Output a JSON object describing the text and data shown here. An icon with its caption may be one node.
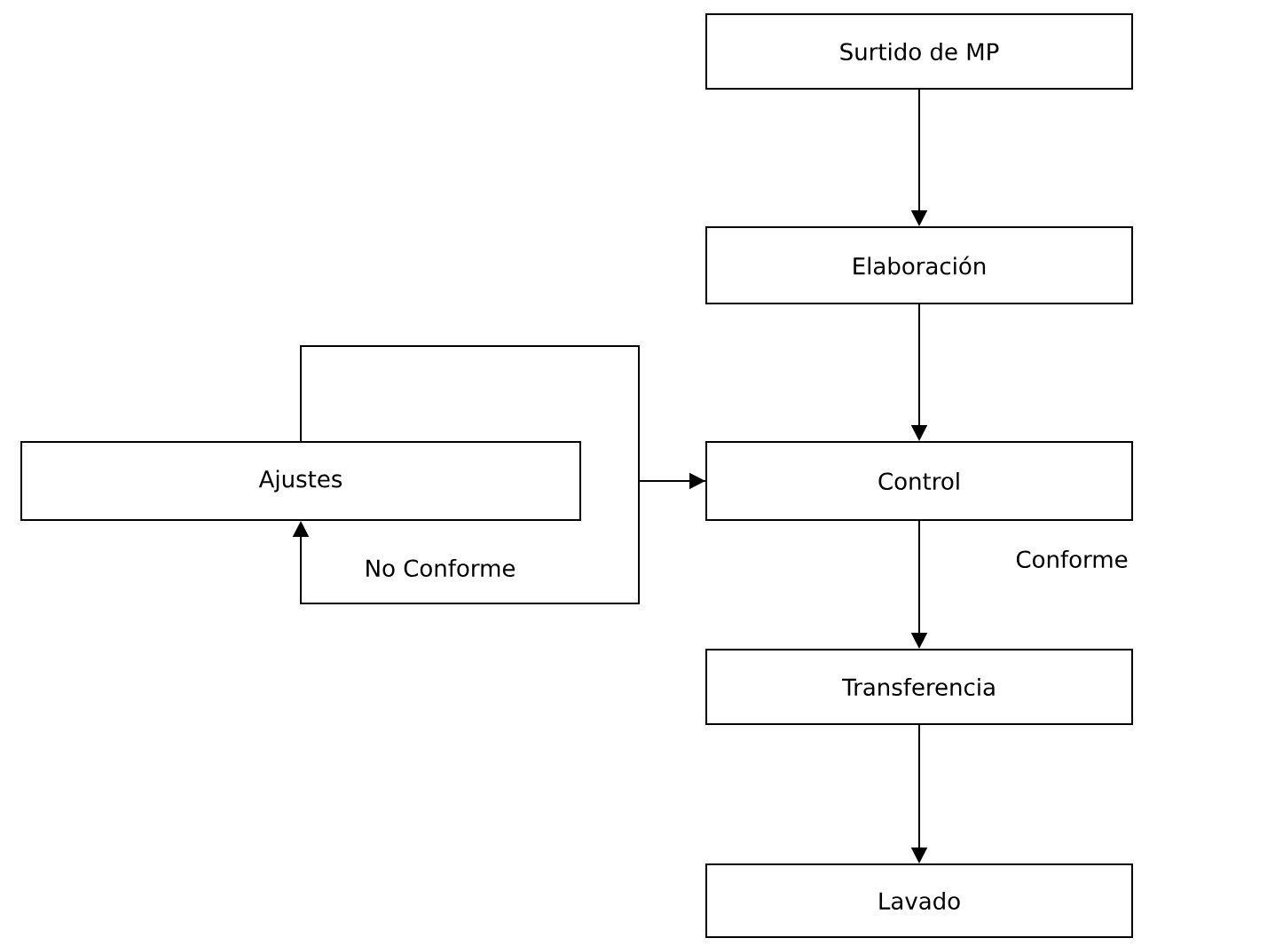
{
  "diagram": {
    "nodes": [
      {
        "text": [
          "Surtido de MP"
        ]
      },
      {
        "text": [
          "Elaboración"
        ]
      },
      {
        "text": [
          "Control"
        ]
      },
      {
        "text": [
          "Transferencia"
        ]
      },
      {
        "text": [
          "Lavado"
        ]
      },
      {
        "text": [
          "Ajustes"
        ]
      }
    ],
    "edges": [
      {
        "from": 0,
        "to": 1,
        "arrow": "to"
      },
      {
        "from": 1,
        "to": 2,
        "arrow": "to"
      },
      {
        "from": 5,
        "to": 2,
        "arrow": "to"
      },
      {
        "from": 2,
        "to": 5,
        "arrow": "to",
        "label": "No Conforme"
      },
      {
        "from": 2,
        "to": 3,
        "arrow": "to",
        "label": "Conforme"
      },
      {
        "from": 3,
        "to": 4,
        "arrow": "to"
      }
    ]
  }
}
